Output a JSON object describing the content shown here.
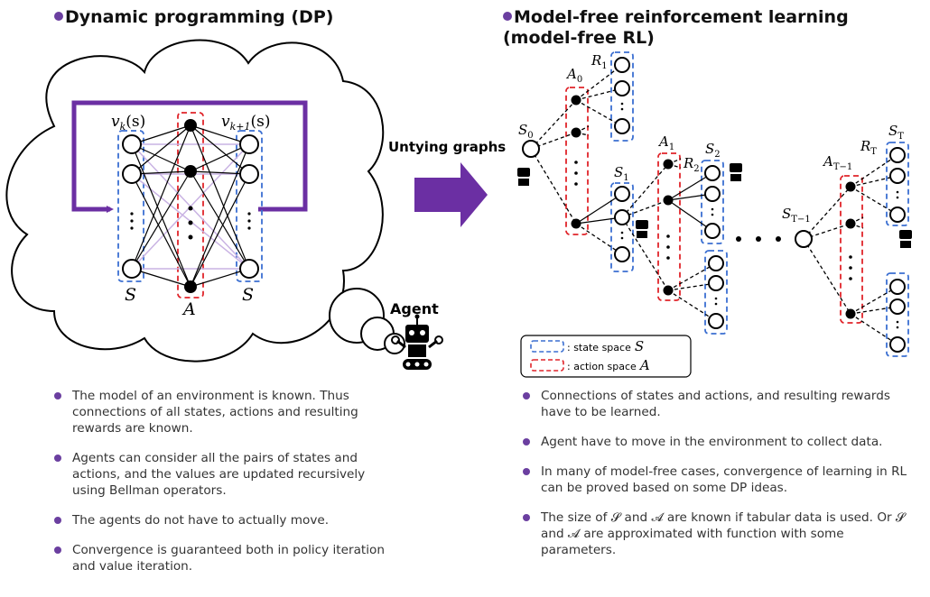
{
  "left": {
    "title": "Dynamic programming (DP)",
    "v_k_label": "v",
    "v_k_sub": "k",
    "v_k_arg": "(s)",
    "v_k1_label": "v",
    "v_k1_sub": "k+1",
    "v_k1_arg": "(s)",
    "state_symbol": "S",
    "action_symbol": "A",
    "agent_label": "Agent",
    "bullets": [
      "The model of an environment is known. Thus connections of all states, actions and resulting rewards are known.",
      "Agents can consider all the pairs of states and actions, and the values are updated recursively using Bellman operators.",
      "The agents do not have to actually move.",
      "Convergence is guaranteed both in policy iteration and value iteration."
    ]
  },
  "middle": {
    "untying_label": "Untying graphs"
  },
  "right": {
    "title_line1": "Model-free reinforcement learning",
    "title_line2": "(model-free RL)",
    "labels": {
      "S0": "S",
      "S0_sub": "0",
      "A0": "A",
      "A0_sub": "0",
      "R1": "R",
      "R1_sub": "1",
      "A1": "A",
      "A1_sub": "1",
      "R2": "R",
      "R2_sub": "2",
      "S1": "S",
      "S1_sub": "1",
      "S2": "S",
      "S2_sub": "2",
      "ST1": "S",
      "ST1_sub": "T−1",
      "AT1": "A",
      "AT1_sub": "T−1",
      "RT": "R",
      "RT_sub": "T",
      "ST": "S",
      "ST_sub": "T"
    },
    "legend": {
      "state_text": ": state space",
      "action_text": ": action space",
      "state_symbol": "S",
      "action_symbol": "A"
    },
    "bullets": [
      "Connections of states and actions, and resulting rewards have to be learned.",
      "Agent have to move in the environment to collect data.",
      "In many of model-free cases, convergence of learning in RL can be proved based on some DP ideas.",
      "The size of 𝓢 and 𝓐 are known if tabular data is used. Or 𝓢 and 𝓐 are approximated with function with some parameters."
    ]
  },
  "colors": {
    "accent_purple": "#6b2fa3",
    "state_blue": "#3b6fd1",
    "action_red": "#e0242a"
  }
}
